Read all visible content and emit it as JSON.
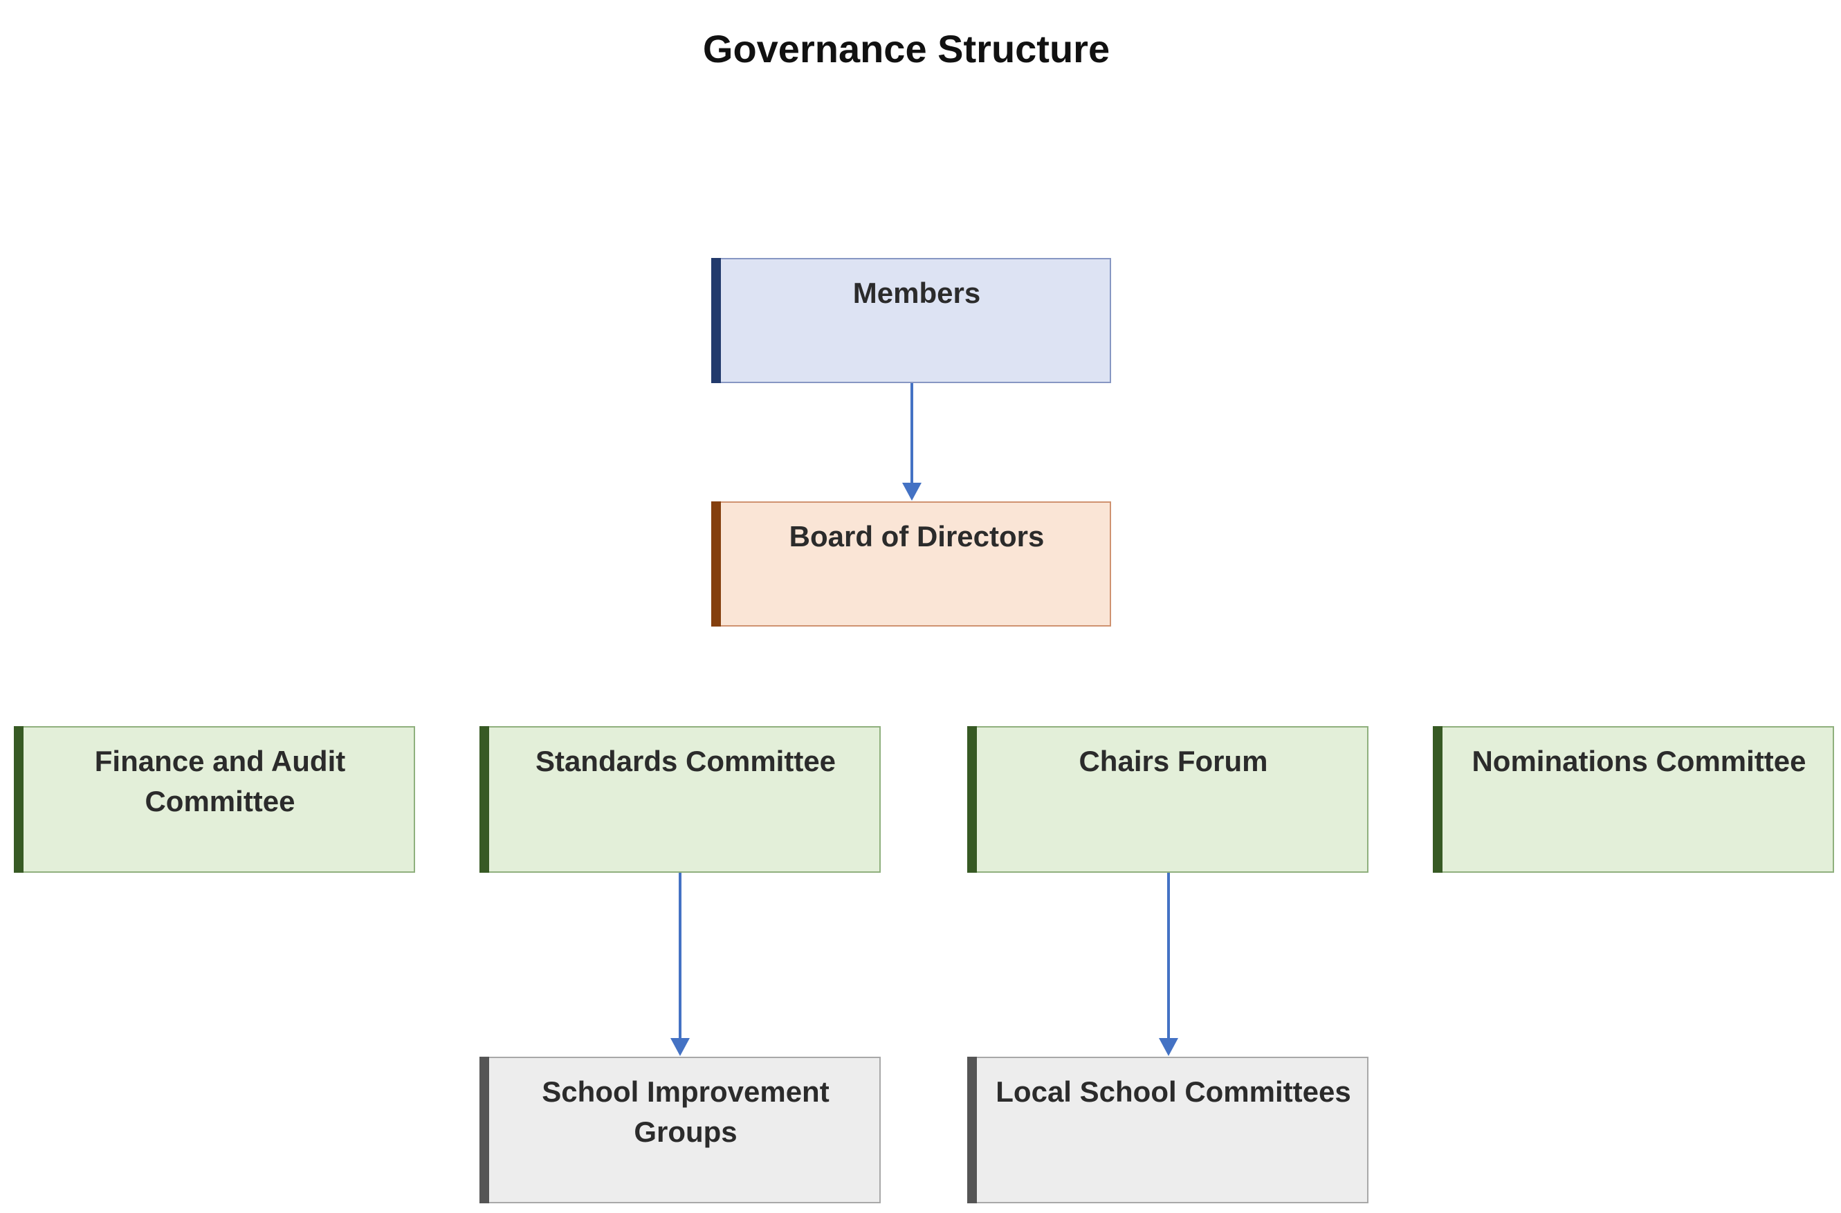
{
  "title": "Governance Structure",
  "nodes": {
    "members": "Members",
    "board": "Board of Directors",
    "finance": "Finance and Audit Committee",
    "standards": "Standards Committee",
    "chairs": "Chairs Forum",
    "nominations": "Nominations Committee",
    "school_improvement": "School Improvement Groups",
    "local_school": "Local School Committees"
  },
  "edges": [
    {
      "from": "members",
      "to": "board"
    },
    {
      "from": "standards",
      "to": "school_improvement"
    },
    {
      "from": "chairs",
      "to": "local_school"
    }
  ],
  "colors": {
    "top": "#dde3f3",
    "board": "#fae5d6",
    "committee": "#e3efd9",
    "sub_group": "#ededed",
    "arrow": "#4472c4"
  }
}
